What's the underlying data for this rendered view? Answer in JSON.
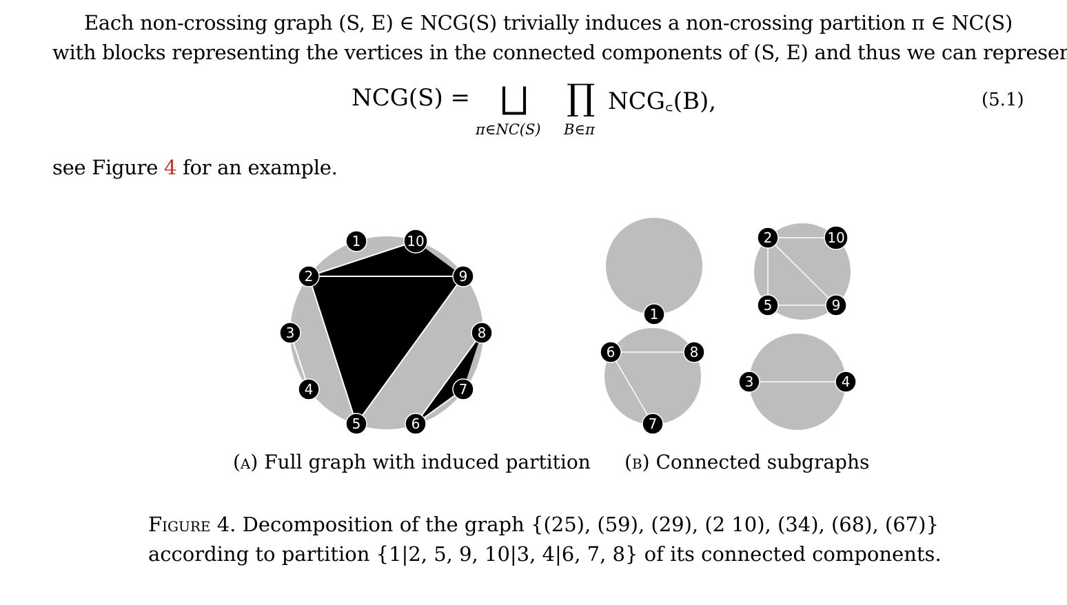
{
  "paragraph": {
    "line1": "Each non-crossing graph (S, E) ∈ NCG(S) trivially induces a non-crossing partition π ∈ NC(S)",
    "line2": "with blocks representing the vertices in the connected components of (S, E) and thus we can represent"
  },
  "equation": {
    "lhs": "NCG(S) =",
    "coproduct": "⨆",
    "product": "∏",
    "rhs": "NCG꜀(B),",
    "sub_coproduct": "π∈NC(S)",
    "sub_product": "B∈π",
    "number": "(5.1)"
  },
  "see_line": {
    "before": "see Figure ",
    "ref": "4",
    "after": " for an example."
  },
  "figure": {
    "colors": {
      "disk": "#bdbdbd",
      "fill": "#000000",
      "edge": "#ffffff",
      "node": "#000000"
    },
    "panel_a": {
      "caption_tag": "(a)",
      "caption_text": " Full graph with induced partition",
      "vertices": [
        "1",
        "2",
        "3",
        "4",
        "5",
        "6",
        "7",
        "8",
        "9",
        "10"
      ],
      "edges": [
        [
          "2",
          "5"
        ],
        [
          "5",
          "9"
        ],
        [
          "2",
          "9"
        ],
        [
          "2",
          "10"
        ],
        [
          "3",
          "4"
        ],
        [
          "6",
          "8"
        ],
        [
          "6",
          "7"
        ]
      ]
    },
    "panel_b": {
      "caption_tag": "(b)",
      "caption_text": " Connected subgraphs",
      "components": [
        [
          "1"
        ],
        [
          "2",
          "5",
          "9",
          "10"
        ],
        [
          "6",
          "7",
          "8"
        ],
        [
          "3",
          "4"
        ]
      ]
    }
  },
  "caption": {
    "label": "Figure 4.",
    "text_line1": " Decomposition of the graph {(25), (59), (29), (2 10), (34), (68), (67)}",
    "text_line2": "according to partition {1|2, 5, 9, 10|3, 4|6, 7, 8} of its connected components."
  }
}
